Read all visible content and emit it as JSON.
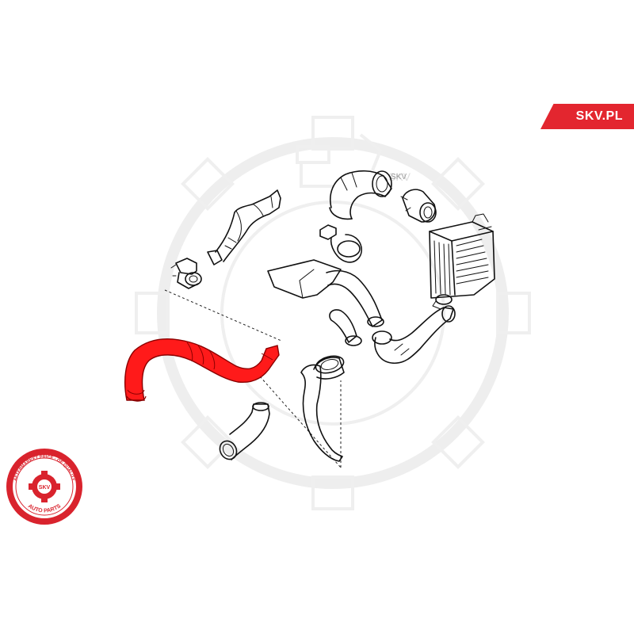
{
  "brand": {
    "site_label": "SKV.PL",
    "part_tag": "SKV",
    "watermark_tag": "SKV"
  },
  "badge": {
    "center_text": "SKV",
    "ring_top_text": "AFTERMARKET PRICE · OE QUALITY",
    "ring_bottom_text": "AUTO PARTS"
  },
  "colors": {
    "highlight": "#ff1a1a",
    "brand_red": "#e3262f",
    "badge_red": "#d9232d",
    "line": "#111111",
    "watermark": "#eeeeee"
  }
}
